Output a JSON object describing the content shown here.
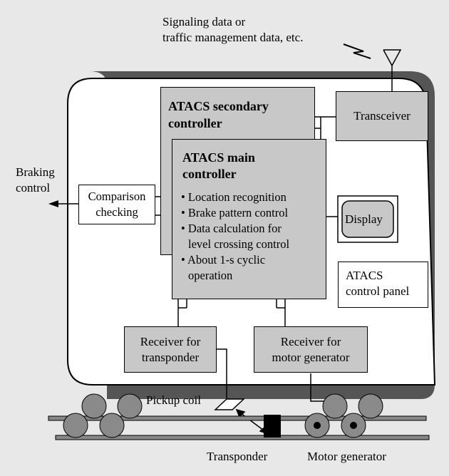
{
  "signal_text": [
    "Signaling data or",
    "traffic management data, etc."
  ],
  "transceiver": "Transceiver",
  "secondary_controller": [
    "ATACS secondary",
    "controller"
  ],
  "main_controller": {
    "title": [
      "ATACS main",
      "controller"
    ],
    "bullets": [
      "• Location recognition",
      "• Brake pattern control",
      "• Data calculation for",
      "level crossing control",
      "• About 1-s cyclic",
      "operation"
    ]
  },
  "braking_control": [
    "Braking",
    "control"
  ],
  "comparison_checking": [
    "Comparison",
    "checking"
  ],
  "display": "Display",
  "control_panel": [
    "ATACS",
    "control panel"
  ],
  "receiver_transponder": [
    "Receiver for",
    "transponder"
  ],
  "receiver_motor": [
    "Receiver for",
    "motor generator"
  ],
  "pickup_coil": "Pickup coil",
  "transponder": "Transponder",
  "motor_generator": "Motor generator",
  "colors": {
    "background": "#e8e8e8",
    "box_gray": "#c8c8c8",
    "body_shadow": "#555555",
    "wheel": "#8a8a8a"
  }
}
